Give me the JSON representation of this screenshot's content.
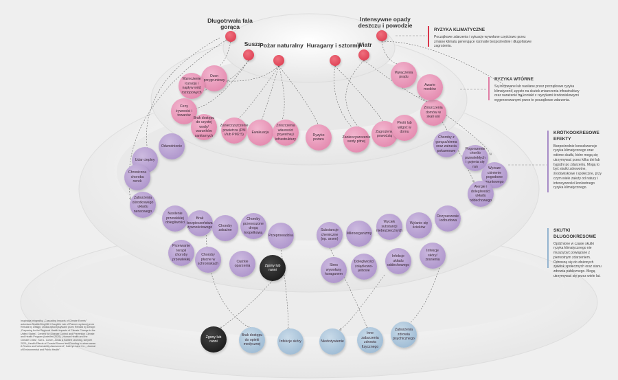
{
  "hazards": [
    {
      "label": "Długotrwała fala gorąca"
    },
    {
      "label": "Susza"
    },
    {
      "label": "Pożar naturalny"
    },
    {
      "label": "Huragany i sztormy"
    },
    {
      "label": "Wiatr"
    },
    {
      "label": "Intensywne opady deszczu i powodzie"
    }
  ],
  "secondary": [
    "Ozon przygruntowy",
    "Wzmożenie rozwoju i napływ wód roztopowych",
    "Ceny żywności i towarów",
    "Brak dostępu do czystej wody/ warunków sanitarnych",
    "Zanieczyszczenie powietrza (PM i/lub PM2.5)",
    "Ewakuacja",
    "Zniszczenia własności prywatnej i infrastruktury",
    "Ryzyko pożaru",
    "Zanieczyszczenie wody pitnej",
    "Zagrożenie powodzią",
    "Pleśń lub wilgoć w domu",
    "Zniszczenia domów w skali wsi",
    "Awarie mediów",
    "Wyłączenia prądu"
  ],
  "short_term": [
    "Odwodnienie",
    "Udar cieplny",
    "Chroniczna choroba nerek",
    "Zaburzenia ośrodkowego układu nerwowego",
    "Nasilenie przewlekłej dolegliwości",
    "Brak bezpieczeństwa żywnościowego",
    "Choroby zakaźne",
    "Choroby przenoszone drogą kropelkową",
    "Przeprowadzka",
    "Przerwanie terapii choroby przewlekłej",
    "Choroby płucne w schroniskach",
    "Ciężkie oparzenia",
    "Zgony lub ranni",
    "Substancje chemiczne (np. arsen)",
    "Mikroorganizmy",
    "Wyciek substancji niebezpiecznych",
    "Wylanie się ścieków",
    "Stres wywołany huraganem",
    "Dolegliwości żołądkowo-jelitowe",
    "Infekcje układu oddechowego",
    "Infekcje skóry/ zranienia",
    "Choroby z gorąca/zimna oraz zatrucia pokarmowe",
    "Pogorszenie chorób przewlekłych i gojenia się ran",
    "Wyższe ciśnienie pogodowe gruntowego",
    "Alergie i dolegliwości układu oddechowego",
    "Oczyszczenie i odbudowa"
  ],
  "long_term": [
    "Zgony lub ranni",
    "Brak dostępu do opieki medycznej",
    "Infekcje skóry",
    "Niedożywienie",
    "Inne zaburzenia zdrowia fizycznego",
    "Zaburzenia zdrowia psychicznego"
  ],
  "legend": {
    "climate": {
      "title": "RYZYKA KLIMATYCZNE",
      "text": "Początkowe zdarzenia i sytuacje wywołane częściowo przez zmianę klimatu generujące rozmaite bezpośrednie i długofalowe zagrożenia.",
      "color": "#d9364b"
    },
    "secondary": {
      "title": "RYZYKA WTÓRNE",
      "text": "Są inicjowane lub nasilane przez początkowe ryzyka klimatyczne, często na skutek zniszczenia infrastruktury oraz narażenie na kontakt z rzyzykami środowiskowymi wygenerowanymi przez te początkowe zdarzenia.",
      "color": "#e07ea6"
    },
    "short": {
      "title": "KRÓTKOOKRESOWE EFEKTY",
      "text": "Bezpośrednie konsekwencje ryzyka klimatycznego oraz wtórne skutki, które mogą się utrzymywać przez kilka dni lub tygodni po zdarzeniu. Mogą to być skutki zdrowotne, środowiskowe i społeczne, przy czym wiele zależy od natury i intensywności konkretnego ryzyka klimatycznego.",
      "color": "#a68bc6"
    },
    "long": {
      "title": "SKUTKI DŁUGOOKRESOWE",
      "text": "Opóźnione w czasie skutki ryzyka klimatycznego nie muszą być powiązane z pierwotnym zdarzeniem. Odnoszą się do złożonych zjawisk społecznych oraz stanu zdrowia publicznego. Mogą utrzymywać się przez wiele lat.",
      "color": "#93b3cf"
    }
  },
  "source": "Inspiracja infografiką „Cascading Impacts of Climate Events” autorstwa Seattle/King/Hill i Caughlin Lab of Planner wydanej przez Rebuild by Design, źródła wykorzystywane przez Rebuild by Design: „Preparing for the Regional Health Impacts of Climate Change in the United States”, Centers for Disease Control and Prevention Climate and Health Program (kwiecień 2020); „Human Health and the Climate Crisis”, Sari L. Cohen, Jonas & Bartlett Learning, sierpień 2020; „Health Effects of Coastal Storms and Flooding in urban areas: A Review and Vulnerability Assessment”, Kathryn Lane i in., „Journal of Environmental and Public Health”."
}
